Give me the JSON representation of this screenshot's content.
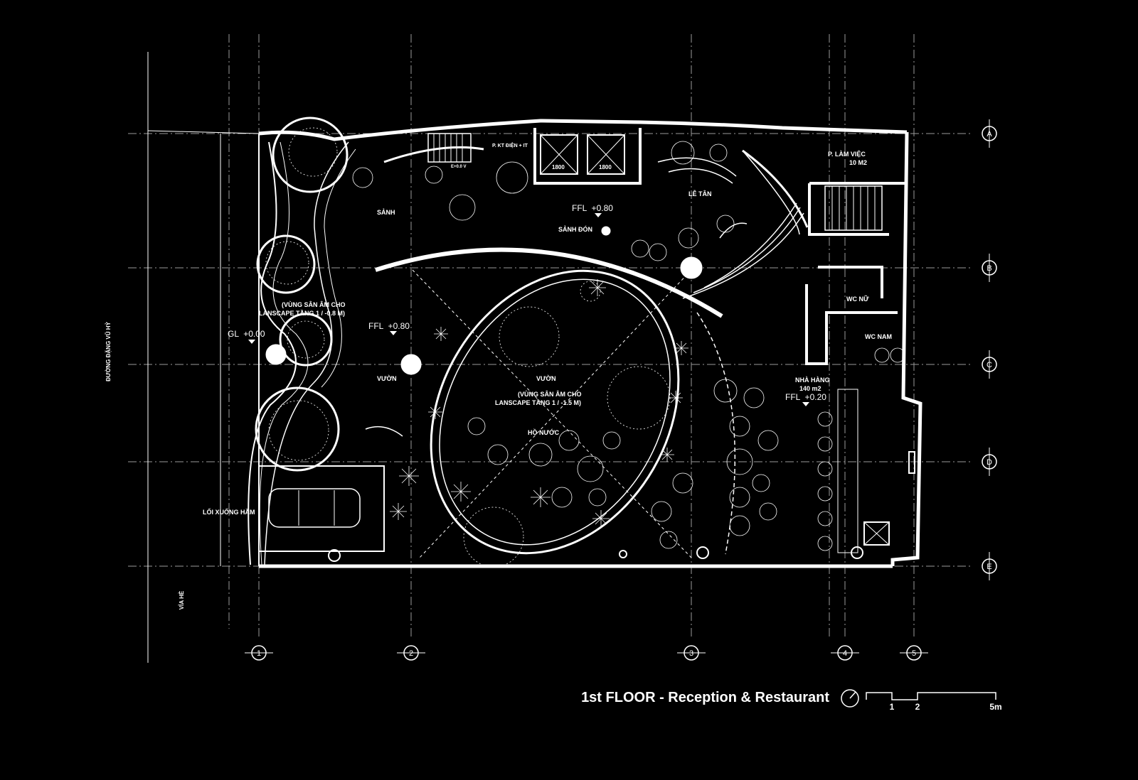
{
  "title": "1st FLOOR - Reception & Restaurant",
  "scale_bar": {
    "ticks": [
      "1",
      "2",
      "5m"
    ]
  },
  "grid_axes": {
    "columns": [
      "1",
      "2",
      "3",
      "4",
      "5"
    ],
    "rows": [
      "A",
      "B",
      "C",
      "D",
      "E"
    ]
  },
  "street": {
    "road": "ĐƯỜNG ĐẶNG VŨ HỶ",
    "sidewalk": "VỈA HÈ"
  },
  "rooms": {
    "sanh": "SẢNH",
    "sanh_don": "SẢNH ĐÓN",
    "le_tan": "LỄ TÂN",
    "p_lam_viec": "P. LÀM VIỆC",
    "p_lam_viec_area": "10 M2",
    "p_kt_dien": "P. KT ĐIỆN + IT",
    "kho": "E+0.0 V",
    "wc_nu": "WC NỮ",
    "wc_nam": "WC NAM",
    "vuon_left": "VƯỜN",
    "vuon_center": "VƯỜN",
    "landscape_center_1": "(VÙNG SÂN ÂM CHO",
    "landscape_center_2": "LANSCAPE TẦNG 1 / -1.5 M)",
    "landscape_left_1": "(VÙNG SÂN ÂM CHO",
    "landscape_left_2": "LANSCAPE TẦNG 1 / -0.8 M)",
    "ho_nuoc": "HỒ NƯỚC",
    "nha_hang": "NHÀ HÀNG",
    "nha_hang_area": "140 m2",
    "loi_xuong_ham": "LỐI XUỐNG HẦM",
    "lift_1": "1800",
    "lift_2": "1800"
  },
  "levels": {
    "ffl_top": "FFL  +0.80",
    "ffl_left": "FFL  +0.80",
    "gl": "GL  +0.00",
    "ffl_restaurant": "FFL  +0.20"
  }
}
